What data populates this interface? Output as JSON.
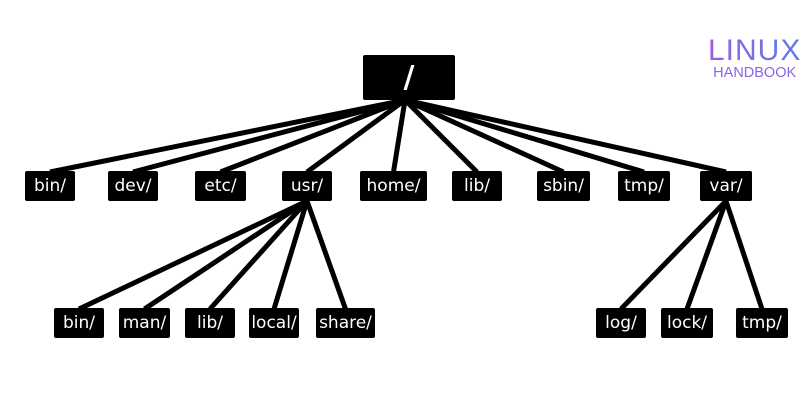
{
  "root": {
    "label": "/"
  },
  "level1": [
    "bin/",
    "dev/",
    "etc/",
    "usr/",
    "home/",
    "lib/",
    "sbin/",
    "tmp/",
    "var/"
  ],
  "usr_children": [
    "bin/",
    "man/",
    "lib/",
    "local/",
    "share/"
  ],
  "var_children": [
    "log/",
    "lock/",
    "tmp/"
  ],
  "logo": {
    "line1": "LINUX",
    "line2": "HANDBOOK"
  },
  "colors": {
    "node": "#000000",
    "text": "#ffffff",
    "logo": "#8a63e8"
  }
}
